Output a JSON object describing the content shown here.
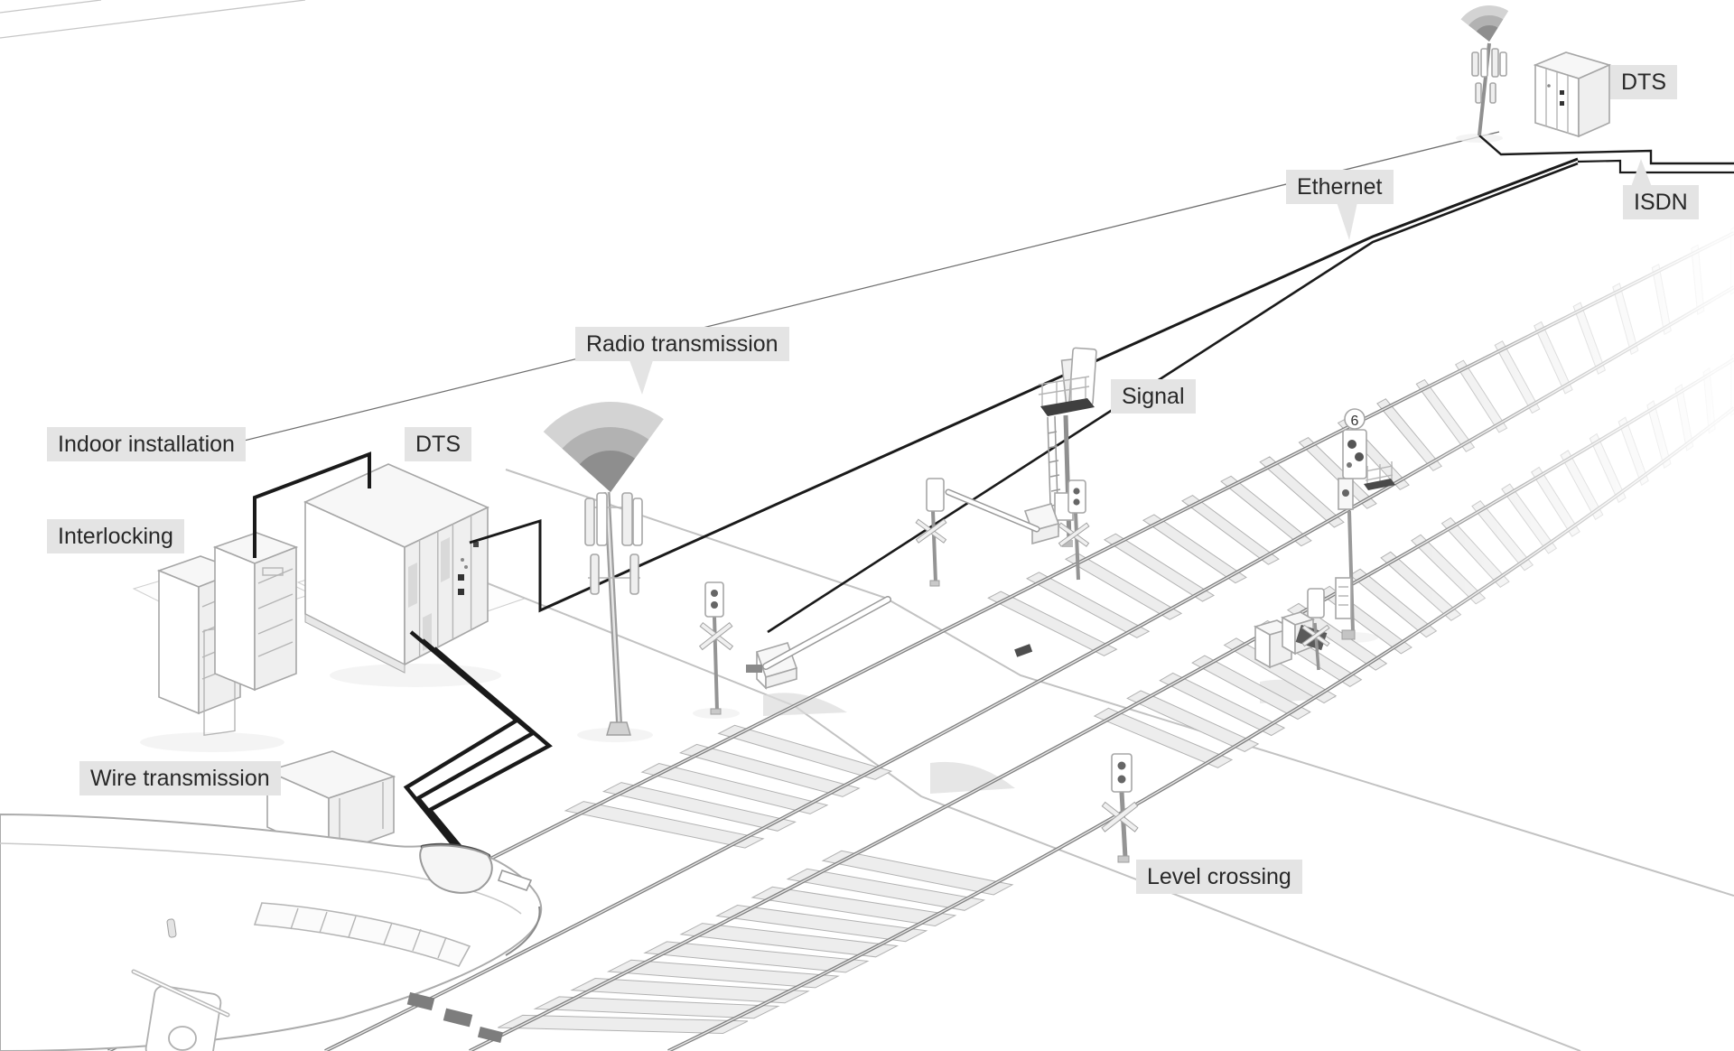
{
  "diagram": {
    "type": "isometric-illustration",
    "subject": "Railway level crossing communication and signalling system",
    "labels": {
      "indoor_installation": "Indoor installation",
      "dts_left": "DTS",
      "interlocking": "Interlocking",
      "wire_transmission": "Wire transmission",
      "radio_transmission": "Radio transmission",
      "signal": "Signal",
      "level_crossing": "Level crossing",
      "ethernet": "Ethernet",
      "dts_right": "DTS",
      "isdn": "ISDN"
    },
    "dwarf_signal_plate": "6",
    "icons": {
      "radio_waves_left": "radio-fan-icon",
      "radio_waves_right": "radio-fan-icon"
    },
    "colors": {
      "background": "#ffffff",
      "label_bg": "#e4e4e4",
      "label_text": "#282828",
      "cable": "#1a1a1a",
      "thin_line": "#555555",
      "outline": "#a6a6a6",
      "rail": "#808080",
      "sleeper": "#ededed",
      "road_edge": "#c2c2c2",
      "fan_outer": "#d3d3d3",
      "fan_mid": "#b2b2b2",
      "fan_inner": "#8e8e8e"
    }
  }
}
